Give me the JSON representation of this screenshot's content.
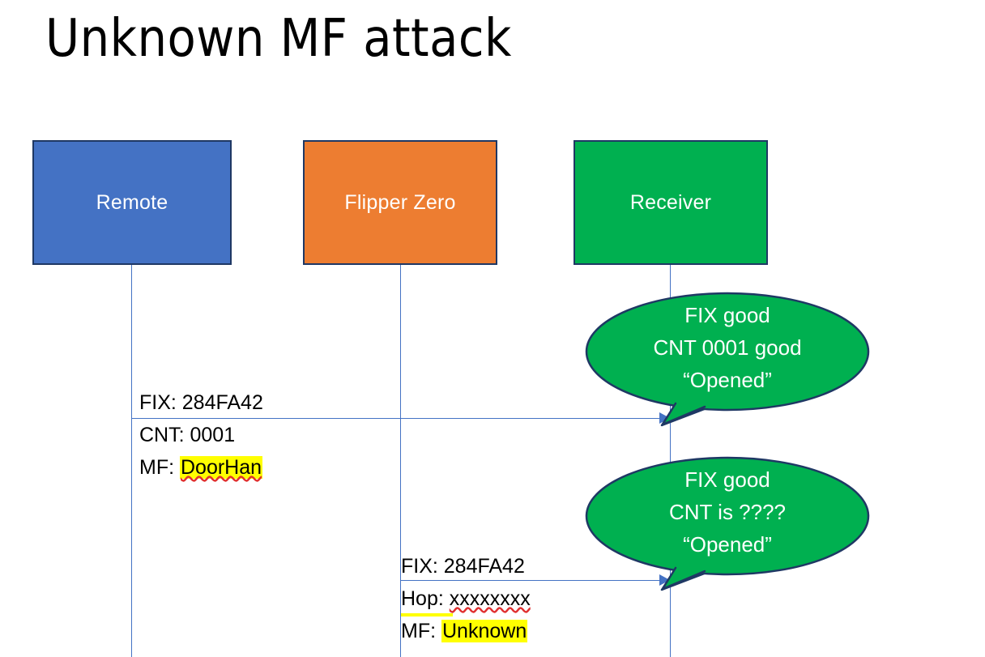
{
  "slide": {
    "title": "Unknown MF attack",
    "background": "#FFFFFF"
  },
  "colors": {
    "remote": "#4472C4",
    "flipper": "#ED7D31",
    "receiver": "#00B050",
    "box_border": "#1F3864",
    "lifeline": "#4472C4",
    "highlight": "#FFFF00",
    "spellcheck_underline": "#E03030",
    "text": "#000000",
    "box_label": "#FFFFFF"
  },
  "actors": [
    {
      "id": "remote",
      "label": "Remote",
      "fill": "#4472C4"
    },
    {
      "id": "flipper",
      "label": "Flipper Zero",
      "fill": "#ED7D31"
    },
    {
      "id": "receiver",
      "label": "Receiver",
      "fill": "#00B050"
    }
  ],
  "messages": [
    {
      "id": "msg1",
      "from": "remote",
      "to": "receiver",
      "lines": [
        {
          "text": "FIX: 284FA42",
          "highlight": false,
          "spellcheck": false
        },
        {
          "text": "CNT: 0001",
          "highlight": false,
          "spellcheck": false
        },
        {
          "prefix": "MF: ",
          "value": "DoorHan",
          "highlight": true,
          "spellcheck": true
        }
      ]
    },
    {
      "id": "msg2",
      "from": "flipper",
      "to": "receiver",
      "lines": [
        {
          "text": "FIX: 284FA42",
          "highlight": false,
          "spellcheck": false
        },
        {
          "prefix": "Hop: ",
          "value": "xxxxxxxx",
          "highlight": false,
          "spellcheck": true
        },
        {
          "prefix": "MF: ",
          "value": "Unknown",
          "highlight": true,
          "spellcheck": false
        }
      ]
    }
  ],
  "callouts": [
    {
      "id": "callout-1",
      "attached_to": "receiver",
      "fill": "#00B050",
      "lines": [
        "FIX good",
        "CNT 0001 good",
        "“Opened”"
      ]
    },
    {
      "id": "callout-2",
      "attached_to": "receiver",
      "fill": "#00B050",
      "lines": [
        "FIX good",
        "CNT is ????",
        "“Opened”"
      ]
    }
  ]
}
